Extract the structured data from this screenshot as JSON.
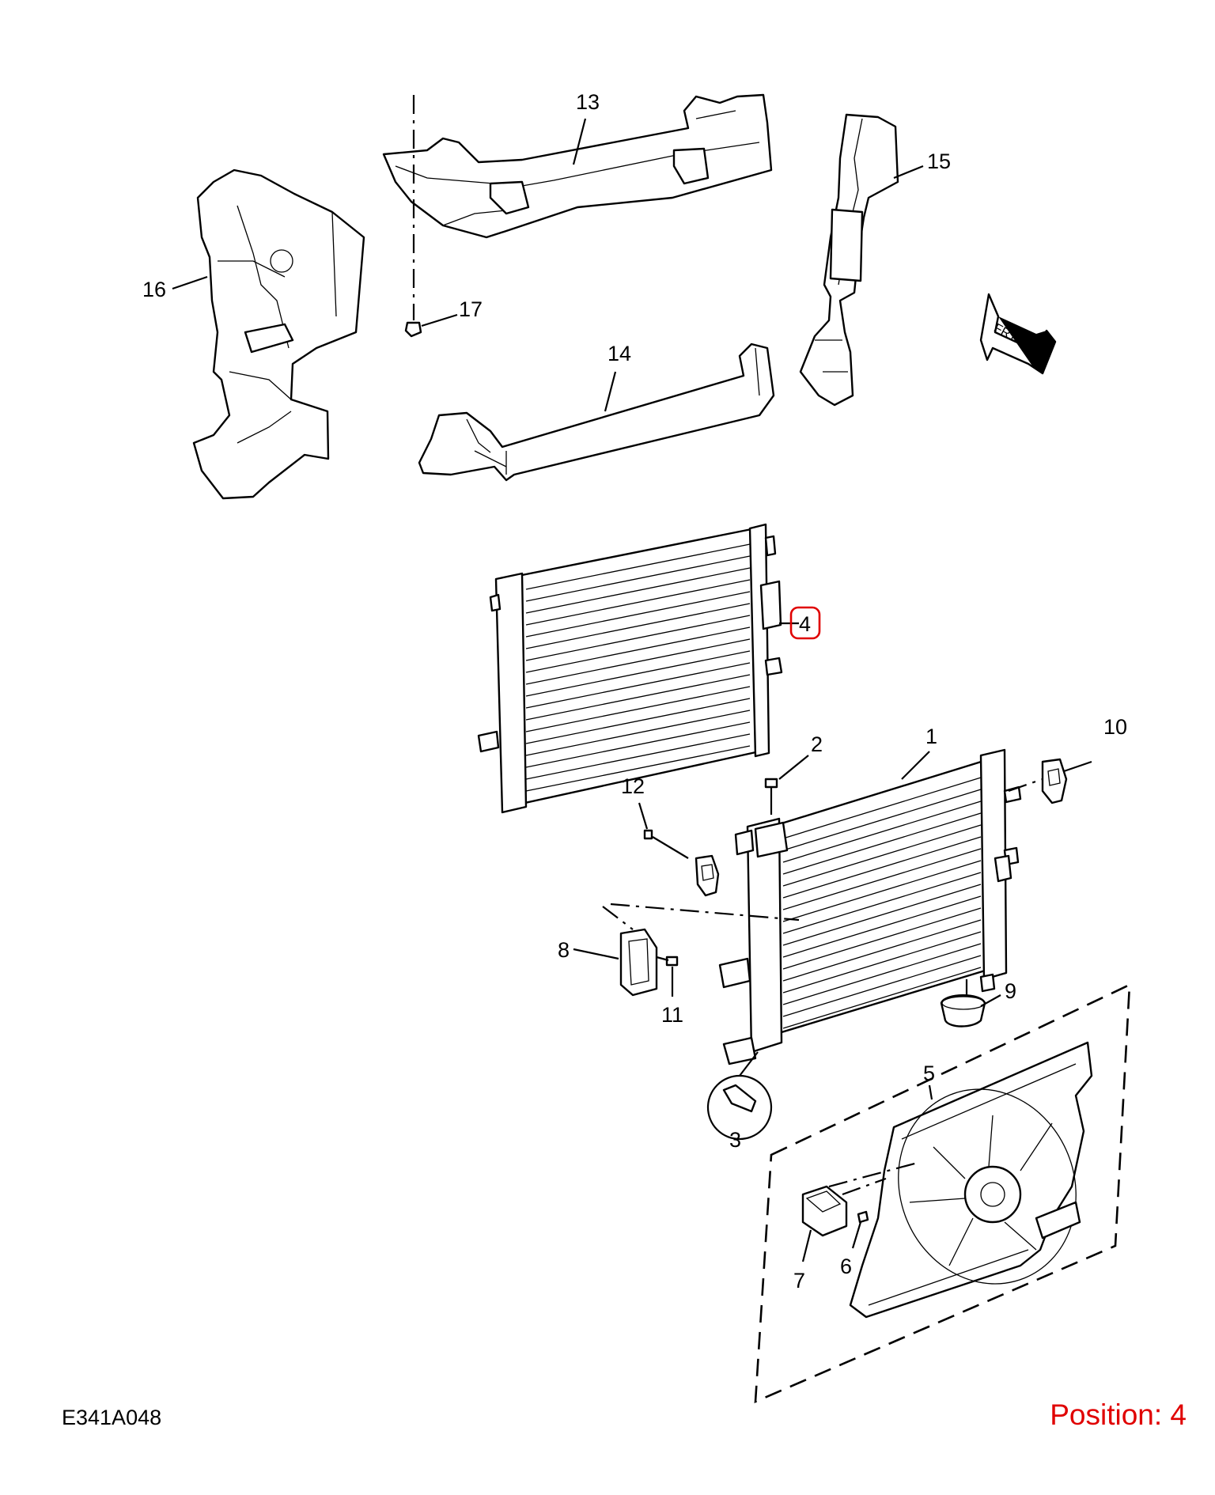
{
  "diagram_code": "E341A048",
  "position_text": "Position: 4",
  "highlight_color": "#e00000",
  "frt_label": "FRT",
  "callouts": {
    "c1": "1",
    "c2": "2",
    "c3": "3",
    "c4": "4",
    "c5": "5",
    "c6": "6",
    "c7": "7",
    "c8": "8",
    "c9": "9",
    "c10": "10",
    "c11": "11",
    "c12": "12",
    "c13": "13",
    "c14": "14",
    "c15": "15",
    "c16": "16",
    "c17": "17"
  }
}
